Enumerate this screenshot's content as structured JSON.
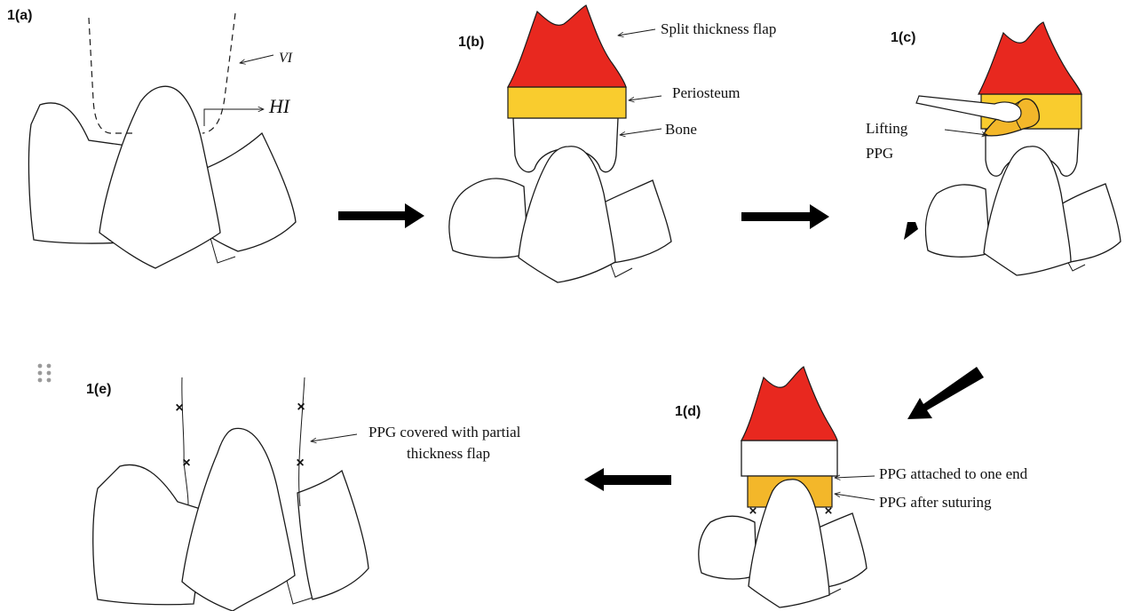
{
  "panels": {
    "a": {
      "label": "1(a)",
      "vi": "VI",
      "hi": "HI"
    },
    "b": {
      "label": "1(b)",
      "split_flap": "Split thickness flap",
      "periosteum": "Periosteum",
      "bone": "Bone"
    },
    "c": {
      "label": "1(c)",
      "lifting_line1": "Lifting",
      "lifting_line2": "PPG"
    },
    "d": {
      "label": "1(d)",
      "attached": "PPG attached to one end",
      "after_suturing": "PPG after suturing"
    },
    "e": {
      "label": "1(e)",
      "covered_line1": "PPG covered with partial",
      "covered_line2": "thickness flap"
    }
  },
  "colors": {
    "flap": "#e8281f",
    "periosteum": "#f9cc2e",
    "ppg": "#f3b72a",
    "line": "#1a1a1a",
    "arrow": "#000000"
  },
  "icons": [
    "flow-arrow-icon",
    "drag-handle-icon",
    "suture-x-icon",
    "pointer-arrow-icon"
  ]
}
